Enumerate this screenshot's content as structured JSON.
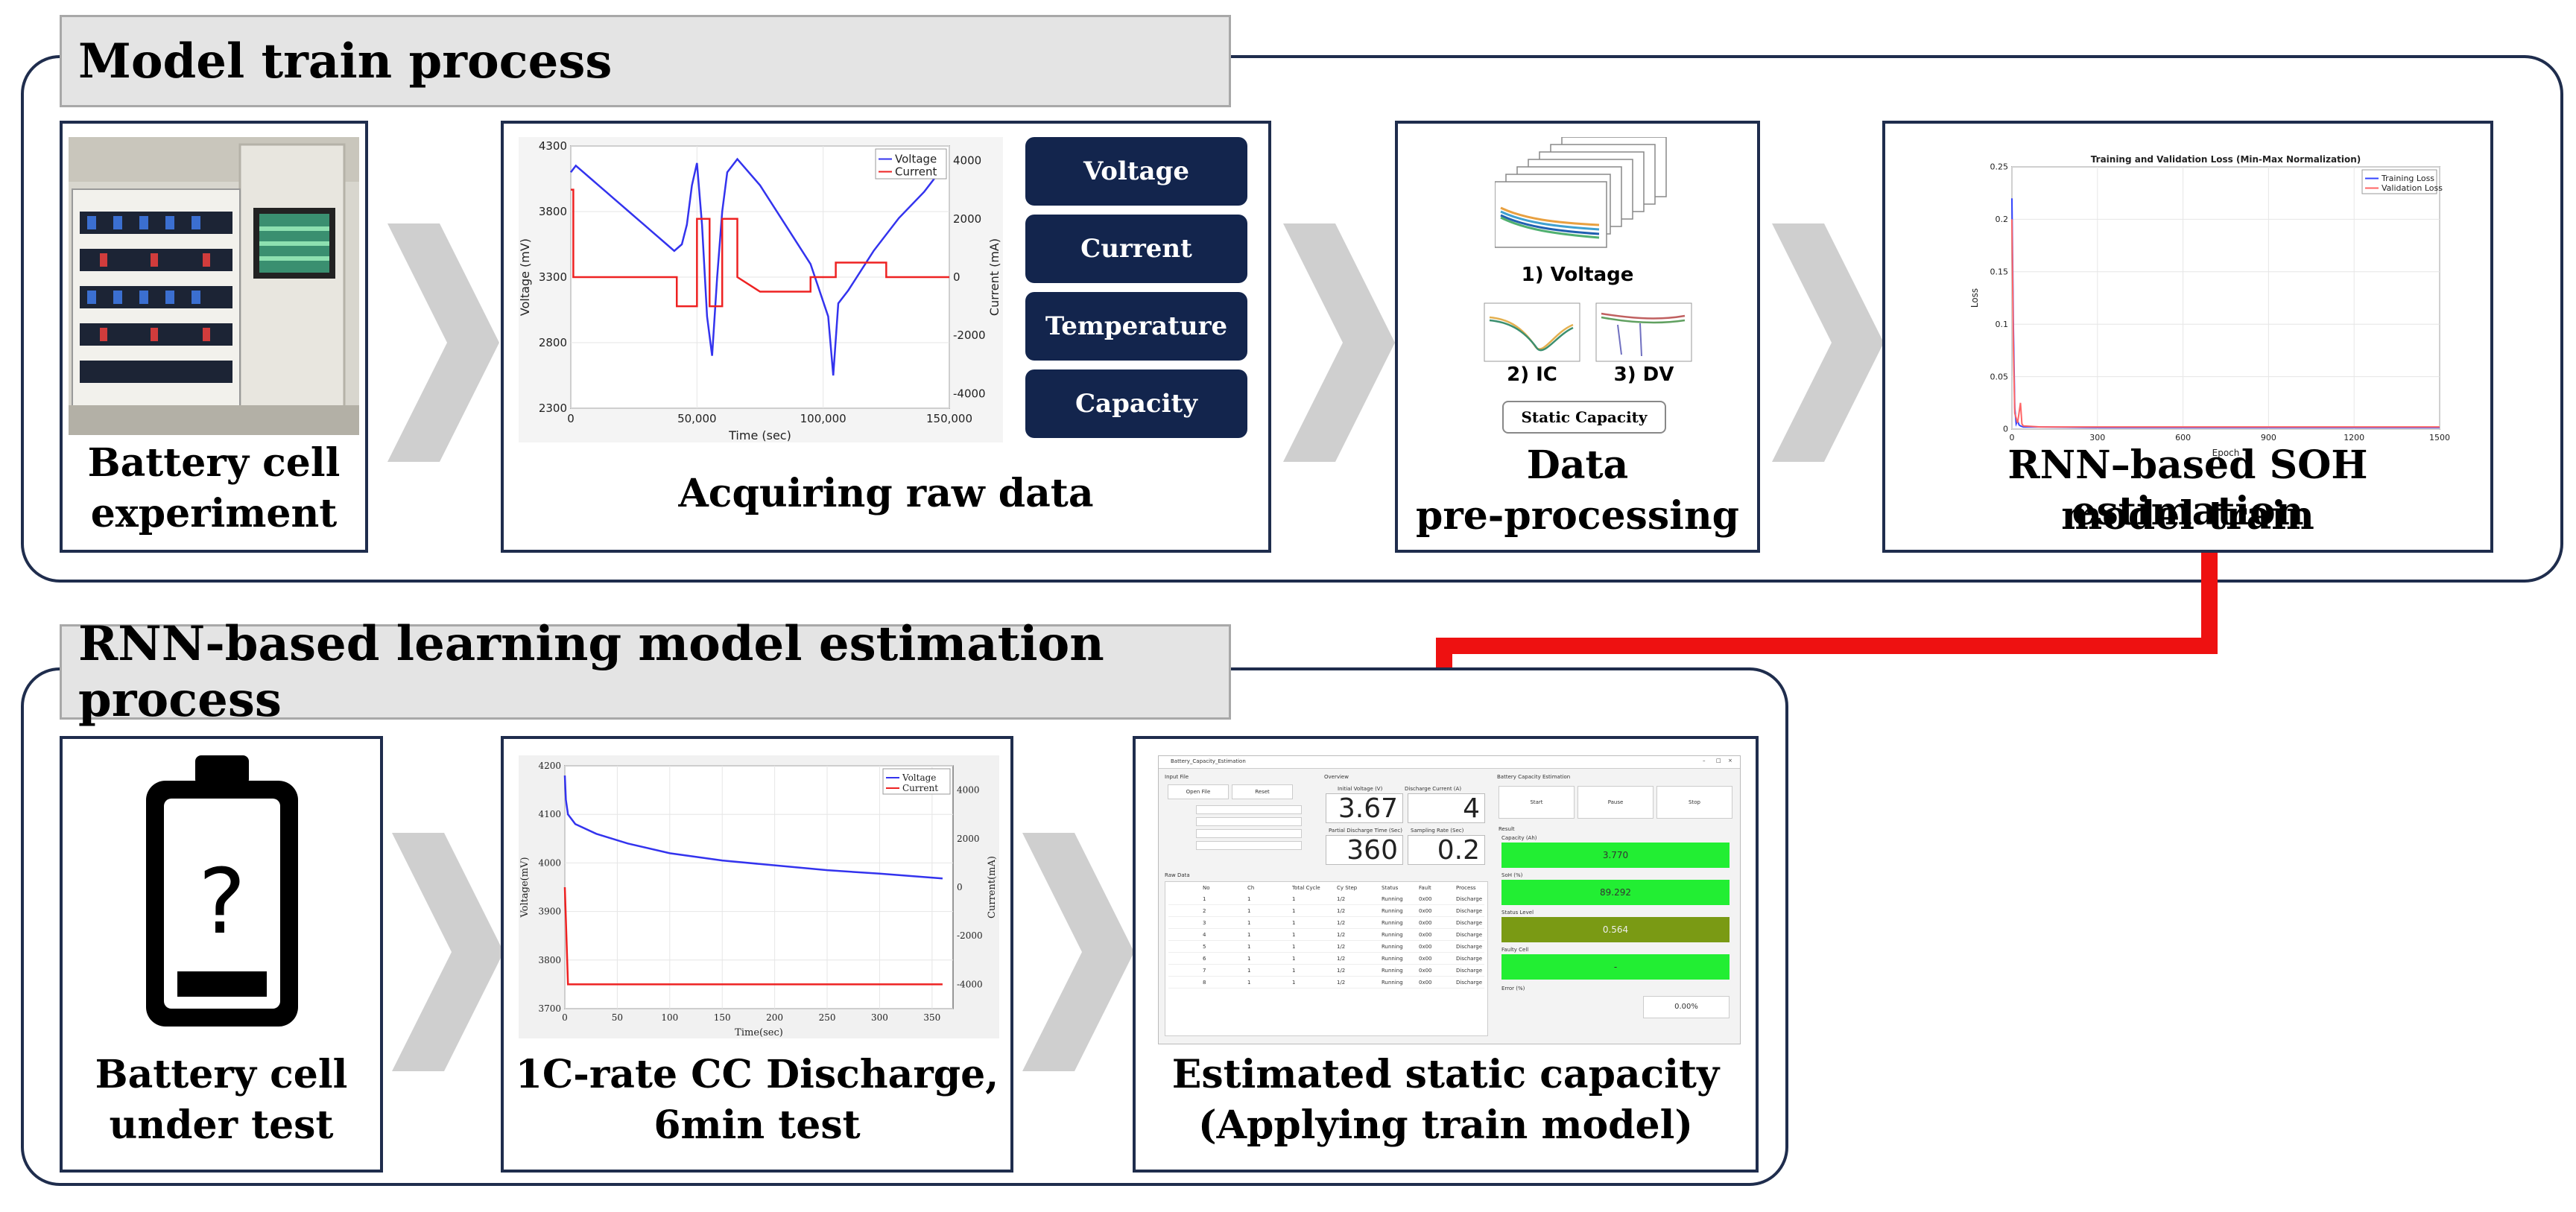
{
  "sections": {
    "train": {
      "title": "Model train process"
    },
    "estimate": {
      "title": "RNN-based learning model estimation process"
    }
  },
  "train_steps": {
    "experiment": {
      "caption_l1": "Battery cell",
      "caption_l2": "experiment"
    },
    "raw_data": {
      "caption": "Acquiring raw data",
      "buttons": [
        "Voltage",
        "Current",
        "Temperature",
        "Capacity"
      ]
    },
    "preprocess": {
      "caption_l1": "Data",
      "caption_l2": "pre-processing",
      "label_voltage": "1) Voltage",
      "label_ic": "2) IC",
      "label_dv": "3) DV",
      "static_capacity": "Static Capacity"
    },
    "train_model": {
      "caption_l1": "RNN–based SOH estimation",
      "caption_l2": "model train"
    }
  },
  "estimate_steps": {
    "cell": {
      "caption_l1": "Battery cell",
      "caption_l2": "under test",
      "unknown_mark": "?"
    },
    "discharge": {
      "caption_l1": "1C-rate CC Discharge,",
      "caption_l2": "6min test"
    },
    "result": {
      "caption_l1": "Estimated static capacity",
      "caption_l2": "(Applying train model)"
    }
  },
  "colors": {
    "navy": "#13254d",
    "arrow_red": "#ee1111",
    "chevron_gray": "#cfcfcf",
    "voltage_blue": "#3333ee",
    "current_red": "#ee2222"
  },
  "chart_data": [
    {
      "type": "line",
      "name": "raw_data_chart",
      "xlabel": "Time (sec)",
      "ylabel": "Voltage (mV)",
      "y2label": "Current (mA)",
      "xlim": [
        0,
        150000
      ],
      "ylim": [
        2300,
        4300
      ],
      "y2lim": [
        -4500,
        4500
      ],
      "x_ticks": [
        "0",
        "50,000",
        "100,000",
        "150,000"
      ],
      "y_ticks": [
        "2300",
        "2800",
        "3300",
        "3800",
        "4300"
      ],
      "y2_ticks": [
        "-4000",
        "-2000",
        "0",
        "2000",
        "4000"
      ],
      "legend": [
        "Voltage",
        "Current"
      ],
      "legend_position": "top-right",
      "series": [
        {
          "name": "Voltage",
          "x": [
            0,
            2000,
            5000,
            8000,
            11000,
            14000,
            17000,
            20000,
            23000,
            26000,
            29000,
            32000,
            35000,
            38000,
            41000,
            44000,
            46000,
            48000,
            50000,
            52000,
            54000,
            56000,
            58000,
            60000,
            62000,
            66000,
            75000,
            85000,
            95000,
            102000,
            104000,
            106000,
            110000,
            120000,
            130000,
            140000,
            148000
          ],
          "y": [
            4100,
            4150,
            4100,
            4050,
            4000,
            3950,
            3900,
            3850,
            3800,
            3750,
            3700,
            3650,
            3600,
            3550,
            3500,
            3550,
            3700,
            4000,
            4170,
            3700,
            3000,
            2700,
            3300,
            3800,
            4100,
            4200,
            4000,
            3700,
            3400,
            3000,
            2550,
            3100,
            3200,
            3500,
            3750,
            3950,
            4150
          ]
        },
        {
          "name": "Current",
          "x": [
            0,
            1000,
            1000,
            3000,
            42000,
            42000,
            50000,
            50000,
            55000,
            55000,
            60000,
            60000,
            66000,
            66000,
            75000,
            95000,
            95000,
            105000,
            105000,
            125000,
            125000,
            150000
          ],
          "y": [
            3000,
            3000,
            0,
            0,
            0,
            -1000,
            -1000,
            2000,
            2000,
            -1000,
            -1000,
            2000,
            2000,
            0,
            -500,
            -500,
            0,
            0,
            500,
            500,
            0,
            0
          ]
        }
      ]
    },
    {
      "type": "line",
      "name": "training_loss_chart",
      "title": "Training and Validation Loss (Min-Max Normalization)",
      "xlabel": "Epoch",
      "ylabel": "Loss",
      "xlim": [
        0,
        1500
      ],
      "ylim": [
        0,
        0.25
      ],
      "x_ticks": [
        "0",
        "300",
        "600",
        "900",
        "1200",
        "1500"
      ],
      "y_ticks": [
        "0",
        "0.05",
        "0.1",
        "0.15",
        "0.2",
        "0.25"
      ],
      "legend": [
        "Training Loss",
        "Validation Loss"
      ],
      "legend_position": "top-right",
      "series": [
        {
          "name": "Training Loss",
          "x": [
            0,
            5,
            10,
            15,
            20,
            25,
            30,
            40,
            60,
            100,
            300,
            600,
            900,
            1200,
            1500
          ],
          "y": [
            0.22,
            0.1,
            0.02,
            0.005,
            0.008,
            0.004,
            0.003,
            0.002,
            0.002,
            0.002,
            0.0015,
            0.0015,
            0.0015,
            0.0015,
            0.0015
          ]
        },
        {
          "name": "Validation Loss",
          "x": [
            0,
            5,
            10,
            20,
            30,
            35,
            40,
            100,
            300,
            600,
            900,
            1200,
            1500
          ],
          "y": [
            0.2,
            0.08,
            0.015,
            0.006,
            0.025,
            0.005,
            0.003,
            0.002,
            0.002,
            0.002,
            0.002,
            0.002,
            0.002
          ]
        }
      ]
    },
    {
      "type": "line",
      "name": "discharge_chart",
      "xlabel": "Time(sec)",
      "ylabel": "Voltage(mV)",
      "y2label": "Current(mA)",
      "xlim": [
        0,
        370
      ],
      "ylim": [
        3700,
        4200
      ],
      "y2lim": [
        -5000,
        5000
      ],
      "x_ticks": [
        "0",
        "50",
        "100",
        "150",
        "200",
        "250",
        "300",
        "350"
      ],
      "y_ticks": [
        "3700",
        "3800",
        "3900",
        "4000",
        "4100",
        "4200"
      ],
      "y2_ticks": [
        "-4000",
        "-2000",
        "0",
        "2000",
        "4000"
      ],
      "legend": [
        "Voltage",
        "Current"
      ],
      "legend_position": "top-right",
      "series": [
        {
          "name": "Voltage",
          "x": [
            0,
            1,
            3,
            10,
            30,
            60,
            100,
            150,
            200,
            250,
            300,
            360
          ],
          "y": [
            4180,
            4130,
            4100,
            4080,
            4060,
            4040,
            4020,
            4005,
            3995,
            3985,
            3978,
            3968
          ]
        },
        {
          "name": "Current",
          "x": [
            0,
            0,
            3,
            360
          ],
          "y": [
            0,
            0,
            -4000,
            -4000
          ]
        }
      ]
    }
  ],
  "app": {
    "window_title": "Battery_Capacity_Estimation",
    "input_file_label": "Input File",
    "open_file": "Open File",
    "reset": "Reset",
    "overview_label": "Overview",
    "initial_voltage_label": "Initial Voltage (V)",
    "discharge_current_label": "Discharge Current (A)",
    "initial_voltage": "3.67",
    "discharge_current": "4",
    "total_time_label": "Partial Discharge Time (Sec)",
    "sampling_label": "Sampling Rate (Sec)",
    "total_time": "360",
    "sampling": "0.2",
    "raw_data_label": "Raw Data",
    "estimation_label": "Battery Capacity Estimation",
    "start": "Start",
    "pause": "Pause",
    "stop": "Stop",
    "result_label": "Result",
    "capacity_label": "Capacity (Ah)",
    "capacity": "3.770",
    "soh_label": "SoH (%)",
    "soh": "89.292",
    "status_label": "Status Level",
    "status": "0.564",
    "faulty_label": "Faulty Cell",
    "faulty": "-",
    "error_label": "Error (%)",
    "error": "0.00%",
    "table_header": [
      "No",
      "Ch",
      "Total Cycle",
      "Cy Step",
      "Status",
      "Fault",
      "Process"
    ],
    "table_rows": [
      [
        "1",
        "1",
        "1",
        "1/2",
        "Running",
        "0x00",
        "Discharge"
      ],
      [
        "2",
        "1",
        "1",
        "1/2",
        "Running",
        "0x00",
        "Discharge"
      ],
      [
        "3",
        "1",
        "1",
        "1/2",
        "Running",
        "0x00",
        "Discharge"
      ],
      [
        "4",
        "1",
        "1",
        "1/2",
        "Running",
        "0x00",
        "Discharge"
      ],
      [
        "5",
        "1",
        "1",
        "1/2",
        "Running",
        "0x00",
        "Discharge"
      ],
      [
        "6",
        "1",
        "1",
        "1/2",
        "Running",
        "0x00",
        "Discharge"
      ],
      [
        "7",
        "1",
        "1",
        "1/2",
        "Running",
        "0x00",
        "Discharge"
      ],
      [
        "8",
        "1",
        "1",
        "1/2",
        "Running",
        "0x00",
        "Discharge"
      ]
    ]
  }
}
